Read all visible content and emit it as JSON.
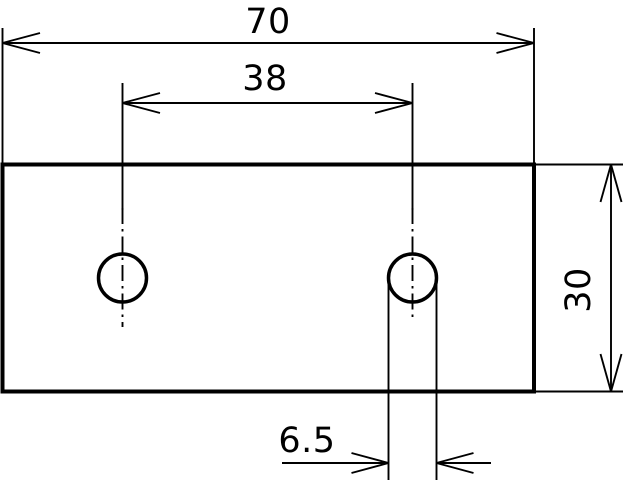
{
  "drawing": {
    "type": "technical-dimension-drawing",
    "background_color": "#ffffff",
    "line_color": "#000000",
    "part": "rectangular plate with two round holes",
    "labels": {
      "overall_width": "70",
      "hole_center_distance": "38",
      "plate_height": "30",
      "hole_diameter": "6.5"
    }
  }
}
